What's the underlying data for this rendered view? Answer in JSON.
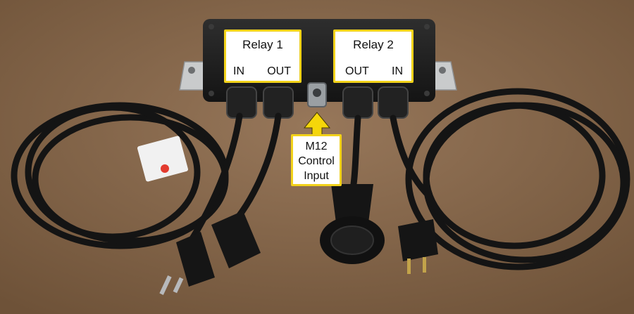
{
  "relay1": {
    "title": "Relay 1",
    "left_label": "IN",
    "right_label": "OUT"
  },
  "relay2": {
    "title": "Relay 2",
    "left_label": "OUT",
    "right_label": "IN"
  },
  "m12": {
    "line1": "M12",
    "line2": "Control",
    "line3": "Input"
  },
  "colors": {
    "callout_border": "#f2d21a",
    "arrow": "#f5d60a",
    "table": "#8a6a48",
    "enclosure": "#1b1b1b",
    "cable": "#161616"
  }
}
